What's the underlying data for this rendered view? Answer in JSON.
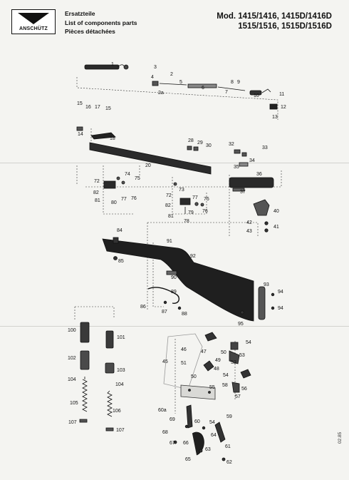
{
  "header": {
    "brand": "ANSCHÜTZ",
    "line1": "Ersatzteile",
    "line2": "List of components parts",
    "line3": "Pièces détachées",
    "model_line1": "Mod. 1415/1416, 1415D/1416D",
    "model_line2": "1515/1516, 1515D/1516D"
  },
  "doc_code": "02.85",
  "part_numbers": [
    "1",
    "2",
    "2a",
    "3",
    "4",
    "5",
    "6",
    "7",
    "8",
    "9",
    "10",
    "11",
    "12",
    "13",
    "14",
    "15",
    "16",
    "17",
    "18",
    "20",
    "28",
    "29",
    "30",
    "32",
    "33",
    "34",
    "35",
    "36",
    "37",
    "40",
    "41",
    "42",
    "43",
    "45",
    "46",
    "47",
    "48",
    "49",
    "50",
    "51",
    "52",
    "53",
    "54",
    "55",
    "56",
    "57",
    "58",
    "59",
    "60",
    "60a",
    "61",
    "62",
    "63",
    "64",
    "65",
    "66",
    "67",
    "68",
    "69",
    "72",
    "73",
    "74",
    "75",
    "76",
    "77",
    "78",
    "79",
    "80",
    "81",
    "82",
    "84",
    "85",
    "86",
    "87",
    "88",
    "89",
    "90",
    "91",
    "92",
    "93",
    "94",
    "95",
    "100",
    "101",
    "102",
    "103",
    "104",
    "105",
    "106",
    "107"
  ]
}
